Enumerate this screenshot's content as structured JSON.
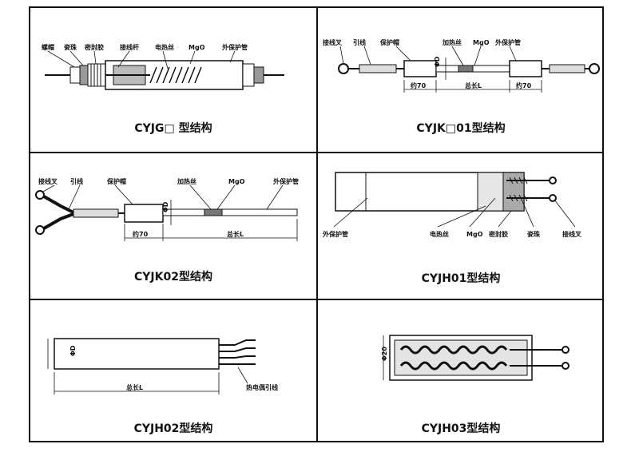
{
  "panels": {
    "p1": {
      "caption": "CYJG□ 型结构",
      "labels": [
        "螺帽",
        "瓷珠",
        "密封胶",
        "接线杆",
        "电热丝",
        "MgO",
        "外保护管"
      ]
    },
    "p2": {
      "caption": "CYJK□01型结构",
      "labels": [
        "接线叉",
        "引线",
        "保护帽",
        "加热丝",
        "MgO",
        "外保护管"
      ],
      "dims": [
        "约70",
        "总长L",
        "约70",
        "ΦD"
      ]
    },
    "p3": {
      "caption": "CYJK02型结构",
      "labels": [
        "接线叉",
        "引线",
        "保护帽",
        "加热丝",
        "MgO",
        "外保护管"
      ],
      "dims": [
        "约70",
        "总长L",
        "ΦD"
      ]
    },
    "p4": {
      "caption": "CYJH01型结构",
      "labels": [
        "外保护管",
        "电热丝",
        "MgO",
        "密封胶",
        "瓷珠",
        "接线叉"
      ]
    },
    "p5": {
      "caption": "CYJH02型结构",
      "labels": [
        "热电偶引线"
      ],
      "dims": [
        "ΦD",
        "总长L"
      ]
    },
    "p6": {
      "caption": "CYJH03型结构",
      "dims": [
        "Φ20"
      ]
    }
  }
}
